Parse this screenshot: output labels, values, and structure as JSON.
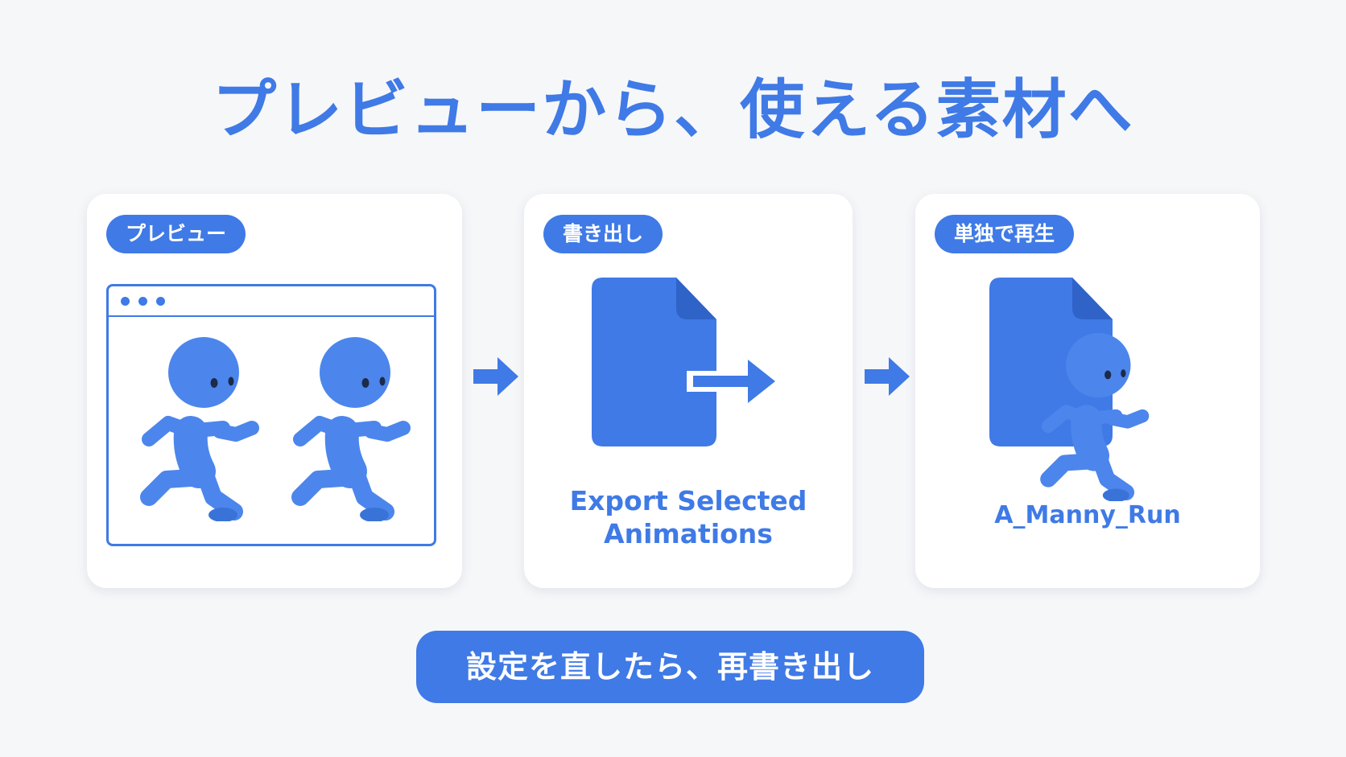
{
  "title": "プレビューから、使える素材へ",
  "steps": [
    {
      "tag": "プレビュー"
    },
    {
      "tag": "書き出し",
      "caption_line1": "Export Selected",
      "caption_line2": "Animations"
    },
    {
      "tag": "単独で再生",
      "caption": "A_Manny_Run"
    }
  ],
  "note": "設定を直したら、再書き出し",
  "colors": {
    "accent": "#3f7ae6",
    "background": "#f6f7f9",
    "card": "#ffffff"
  },
  "icons": [
    "runner-icon",
    "file-icon",
    "export-arrow-icon",
    "flow-arrow-icon"
  ]
}
